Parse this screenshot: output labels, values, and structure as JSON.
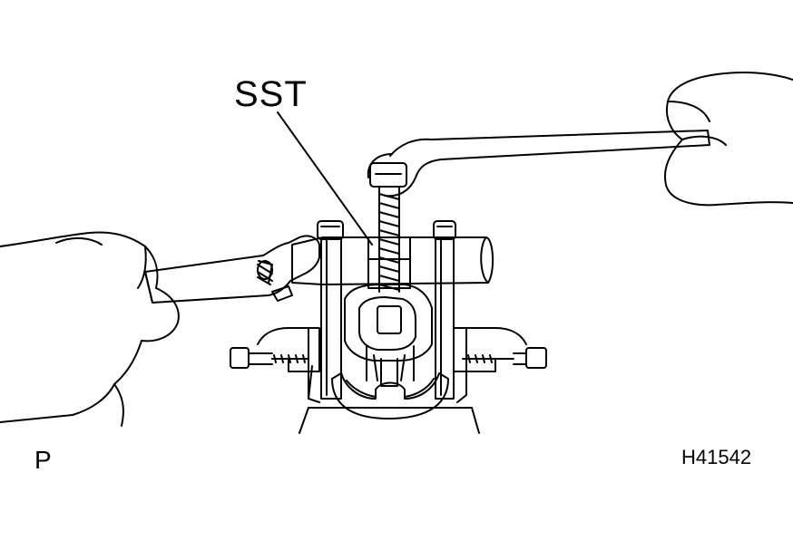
{
  "labels": {
    "sst": "SST",
    "view_marker": "P",
    "figure_id": "H41542"
  },
  "colors": {
    "line": "#000000",
    "background": "#ffffff"
  },
  "parts": {
    "left_hand": "hand-icon",
    "right_hand": "hand-icon",
    "adjustable_wrench": "wrench-icon",
    "box_wrench": "wrench-icon",
    "puller": "puller-icon",
    "vise": "vise-icon"
  }
}
